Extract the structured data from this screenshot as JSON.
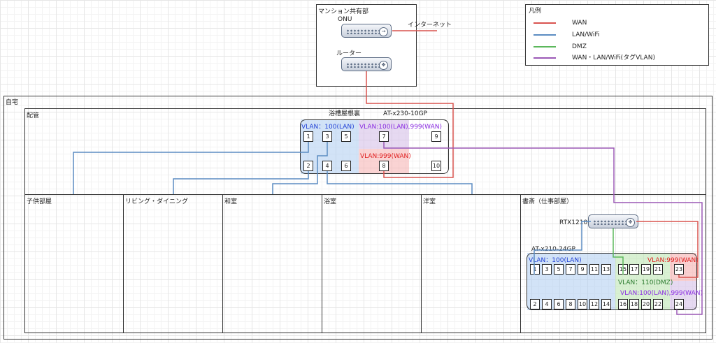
{
  "top": {
    "area_label": "マンション共有部",
    "onu_label": "ONU",
    "internet_label": "インターネット",
    "router_label": "ルーター"
  },
  "legend": {
    "title": "凡例",
    "items": [
      {
        "label": "WAN",
        "color": "#d9534f"
      },
      {
        "label": "LAN/WiFi",
        "color": "#5b8cc2"
      },
      {
        "label": "DMZ",
        "color": "#5cb85c"
      },
      {
        "label": "WAN・LAN/WiFi(タグVLAN)",
        "color": "#9b59b6"
      }
    ]
  },
  "home": {
    "title": "自宅",
    "piping": "配管",
    "attic": "浴槽屋根裏",
    "rooms": [
      "子供部屋",
      "リビング・ダイニング",
      "和室",
      "浴室",
      "洋室",
      "書斎（仕事部屋）"
    ]
  },
  "switch10": {
    "name": "AT-x230-10GP",
    "vlan_lan": "VLAN：100(LAN)",
    "vlan_tagged": "VLAN:100(LAN),999(WAN)",
    "vlan_wan": "VLAN:999(WAN)",
    "ports": [
      "1",
      "2",
      "3",
      "4",
      "5",
      "6",
      "7",
      "8",
      "9",
      "10"
    ]
  },
  "rtx": {
    "name": "RTX1210"
  },
  "switch24": {
    "name": "AT-x210-24GP",
    "vlan_lan": "VLAN：100(LAN)",
    "vlan_dmz": "VLAN：110(DMZ)",
    "vlan_wan": "VLAN:999(WAN)",
    "vlan_tagged": "VLAN:100(LAN),999(WAN)",
    "top_ports": [
      "1",
      "3",
      "5",
      "7",
      "9",
      "11",
      "13",
      "15",
      "17",
      "19",
      "21",
      "23"
    ],
    "bottom_ports": [
      "2",
      "4",
      "6",
      "8",
      "10",
      "12",
      "14",
      "16",
      "18",
      "20",
      "22",
      "24"
    ]
  }
}
